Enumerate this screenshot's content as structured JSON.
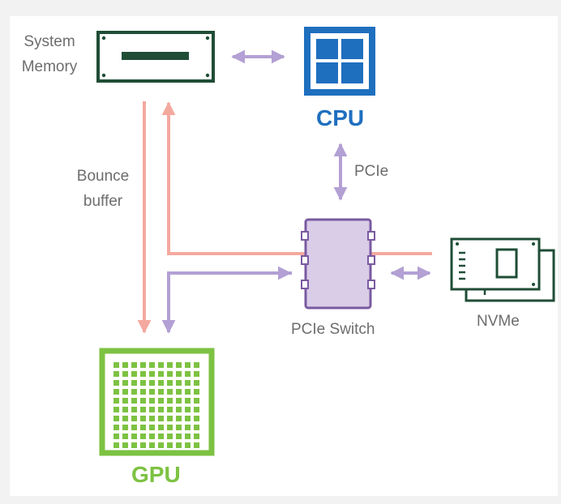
{
  "colors": {
    "background": "#f2f2f2",
    "panel": "#ffffff",
    "dark_green": "#1f4d36",
    "cpu_blue": "#1f6fbf",
    "gpu_green": "#7dc242",
    "switch_fill": "#d9cde8",
    "switch_stroke": "#7a5aa0",
    "purple_arrow": "#b3a0d4",
    "pink_arrow": "#f4a99f",
    "label_gray": "#6d6d6d"
  },
  "nodes": {
    "system_memory": {
      "label_line1": "System",
      "label_line2": "Memory",
      "icon": "memory-module-icon"
    },
    "cpu": {
      "label": "CPU",
      "icon": "cpu-chip-icon"
    },
    "gpu": {
      "label": "GPU",
      "icon": "gpu-chip-icon"
    },
    "pcie_switch": {
      "label": "PCIe Switch",
      "icon": "pcie-switch-chip-icon"
    },
    "nvme": {
      "label": "NVMe",
      "icon": "nvme-card-icon"
    }
  },
  "edges": {
    "cpu_switch_label": "PCIe",
    "bounce_label_line1": "Bounce",
    "bounce_label_line2": "buffer"
  }
}
